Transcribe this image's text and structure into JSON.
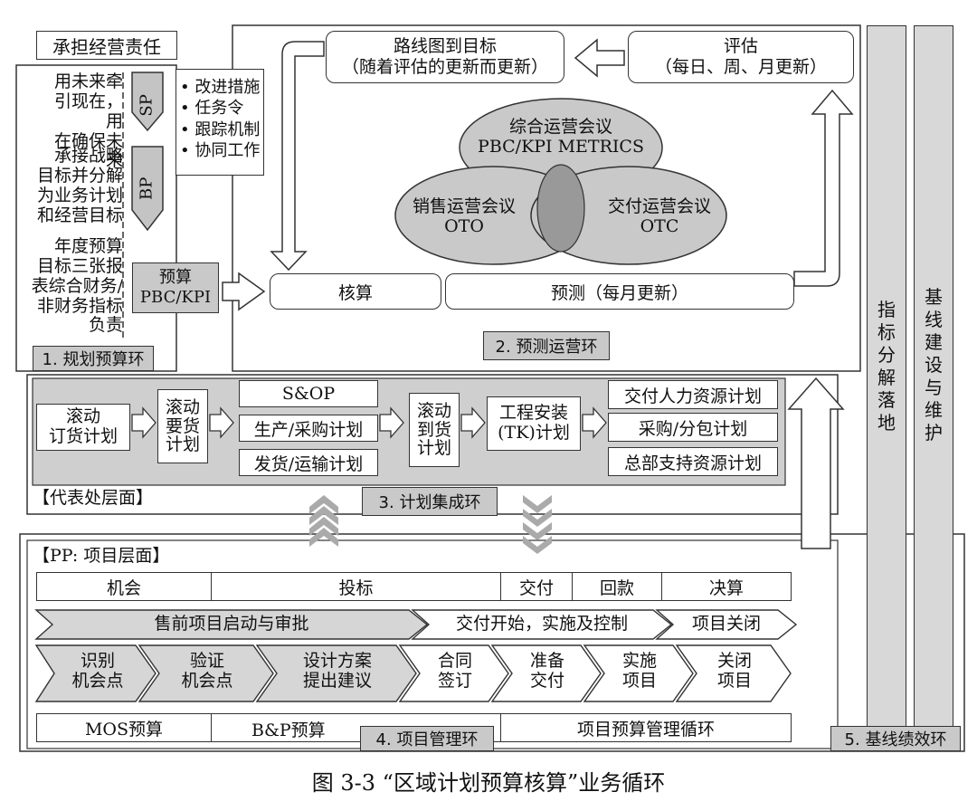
{
  "caption": "图 3-3  “区域计划预算核算”业务循环",
  "left_panel": {
    "header": "承担经营责任",
    "text1": "用未来牵\n引现在，用\n在确保未来",
    "text2": "承接战略\n目标并分解\n为业务计划\n和经营目标",
    "text3": "年度预算\n目标三张报\n表综合财务/\n非财务指标\n负责",
    "sp": "SP",
    "bp": "BP",
    "measures": [
      "• 改进措施",
      "• 任务令",
      "• 跟踪机制",
      "• 协同工作"
    ],
    "budget": "预算\nPBC/KPI",
    "loop_label": "1. 规划预算环"
  },
  "forecast_panel": {
    "roadmap": "路线图到目标\n（随着评估的更新而更新）",
    "evaluation": "评估\n（每日、周、月更新）",
    "meeting_top": "综合运营会议\nPBC/KPI METRICS",
    "meeting_left": "销售运营会议\nOTO",
    "meeting_right": "交付运营会议\nOTC",
    "accounting": "核算",
    "forecast": "预测（每月更新）",
    "loop_label": "2. 预测运营环"
  },
  "plan_panel": {
    "rolling_order": "滚动\n订货计划",
    "rolling_demand": "滚动\n要货\n计划",
    "sop": "S&OP",
    "production": "生产/采购计划",
    "shipping": "发货/运输计划",
    "rolling_arrival": "滚动\n到货\n计划",
    "engineering": "工程安装\n(TK)计划",
    "delivery_hr": "交付人力资源计划",
    "procurement": "采购/分包计划",
    "hq_support": "总部支持资源计划",
    "level": "【代表处层面】",
    "loop_label": "3. 计划集成环"
  },
  "project_panel": {
    "level": "【PP: 项目层面】",
    "phases": [
      "机会",
      "投标",
      "交付",
      "回款",
      "决算"
    ],
    "stages": [
      "售前项目启动与审批",
      "交付开始，实施及控制",
      "项目关闭"
    ],
    "steps": [
      "识别\n机会点",
      "验证\n机会点",
      "设计方案\n提出建议",
      "合同\n签订",
      "准备\n交付",
      "实施\n项目",
      "关闭\n项目"
    ],
    "budgets": [
      "MOS预算",
      "B&P预算",
      "项目预算管理循环"
    ],
    "loop_label": "4. 项目管理环"
  },
  "baseline": {
    "col1": "指\n标\n分\n解\n落\n地",
    "col2": "基\n线\n建\n设\n与\n维\n护",
    "loop_label": "5. 基线绩效环"
  }
}
